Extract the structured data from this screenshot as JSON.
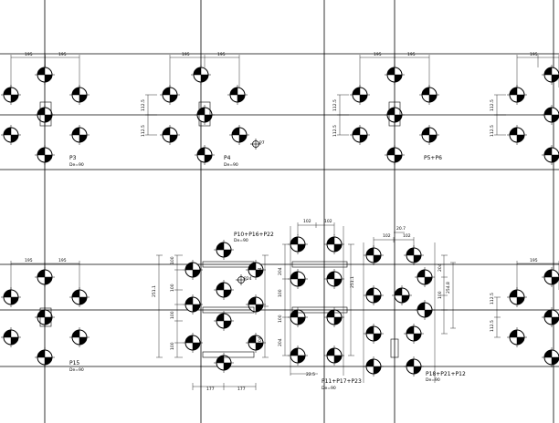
{
  "drawing": {
    "colors": {
      "line": "#000000",
      "background": "#ffffff"
    },
    "pile_groups": [
      {
        "name": "P3",
        "sub": "De=90"
      },
      {
        "name": "P4",
        "sub": "De=90"
      },
      {
        "name": "P5+P6",
        "sub": ""
      },
      {
        "name": "P15",
        "sub": "De=90"
      },
      {
        "name": "P10+P16+P22",
        "sub": "De=90"
      },
      {
        "name": "P11+P17+P23",
        "sub": "De=90"
      },
      {
        "name": "P18+P21+P12",
        "sub": "De=90"
      }
    ],
    "dimensions": {
      "d195": "195",
      "d112_5": "112.5",
      "d100": "100",
      "d102": "102",
      "d177": "177",
      "d204": "204",
      "d22_5": "22.5",
      "d20_7": "20.7",
      "d2511": "251.1",
      "d2548": "254.8",
      "dP7": "P7",
      "dP24": "P24"
    }
  }
}
